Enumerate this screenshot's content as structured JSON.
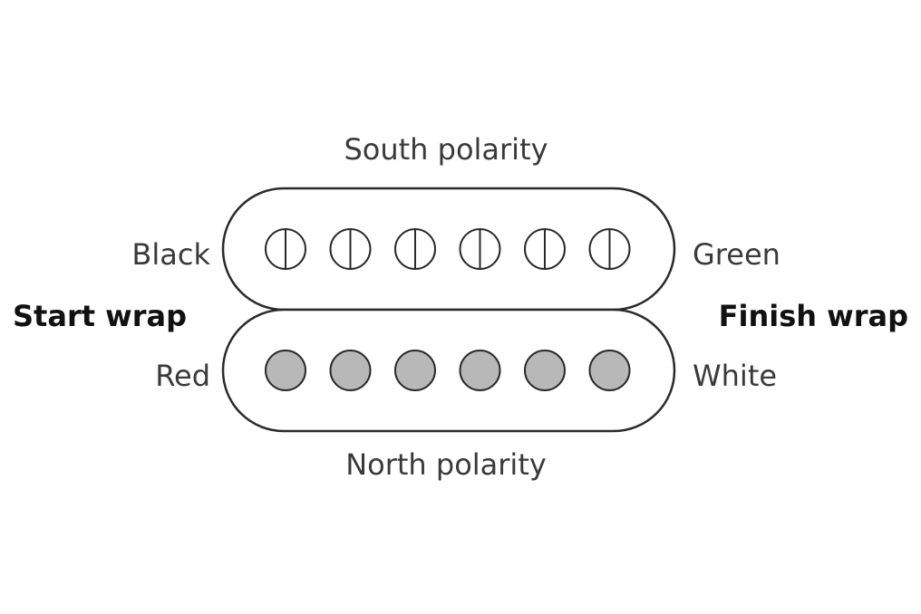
{
  "labels": {
    "top": "South polarity",
    "bottom": "North polarity",
    "top_left": "Black",
    "top_right": "Green",
    "bottom_left": "Red",
    "bottom_right": "White",
    "start": "Start wrap",
    "finish": "Finish wrap"
  },
  "coils": [
    {
      "polarity": "South",
      "pole_style": "slotted-open",
      "pole_count": 6
    },
    {
      "polarity": "North",
      "pole_style": "filled",
      "pole_count": 6
    }
  ],
  "colors": {
    "outline": "#2a2a2a",
    "north_pole_fill": "#b8b8b8",
    "label_text": "#3a3a3a"
  }
}
